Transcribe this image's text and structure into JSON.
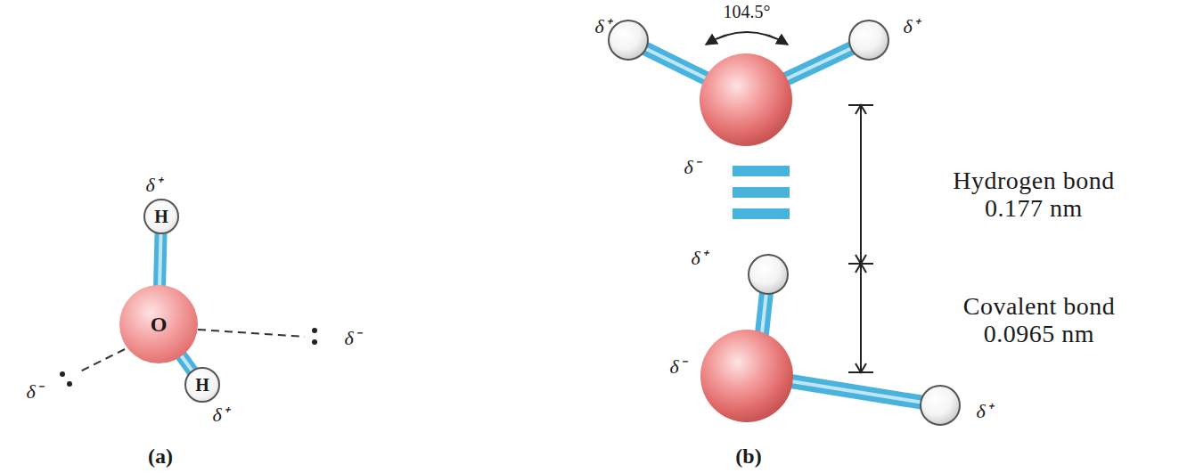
{
  "diagram": {
    "nodes": [
      {
        "text": [
          "H"
        ]
      },
      {
        "text": [
          "O"
        ]
      },
      {
        "text": [
          "H"
        ]
      }
    ],
    "edges": [
      {
        "from": 0,
        "to": 1,
        "arrow": "none"
      },
      {
        "from": 1,
        "to": 2,
        "arrow": "none"
      }
    ],
    "labels": [
      "δ⁺",
      "δ⁻",
      "δ⁻",
      "δ⁺",
      "(a)",
      "104.5°",
      "δ⁺",
      "δ⁺",
      "δ⁻",
      "Hydrogen bond",
      "0.177 nm",
      "δ⁺",
      "Covalent bond",
      "0.0965 nm",
      "δ⁻",
      "δ⁺",
      "(b)"
    ]
  }
}
